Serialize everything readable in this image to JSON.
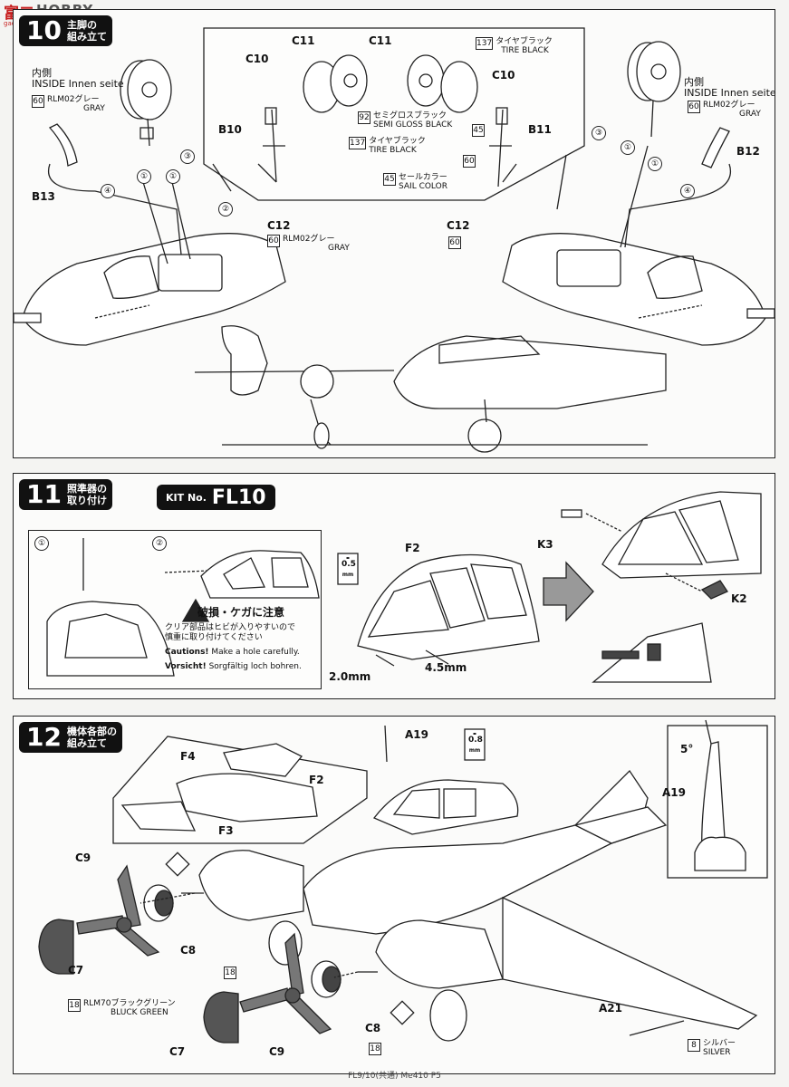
{
  "watermark": {
    "logo_text": "富二",
    "brand": "HOBBY SEARCH",
    "site": "gao-shou.com"
  },
  "step10": {
    "number": "10",
    "title": "主脚の\n組み立て",
    "inside_left": "内側",
    "inside_left_en": "INSIDE  Innen seite",
    "color_60_code": "60",
    "color_60_jp": "RLM02グレー",
    "color_60_en": "GRAY",
    "inside_right": "内側",
    "inside_right_en": "INSIDE  Innen seite",
    "parts": [
      "C11",
      "C10",
      "B10",
      "B13",
      "C12",
      "C11",
      "C10",
      "B11",
      "B12",
      "C12"
    ],
    "steps": [
      "①",
      "②",
      "③",
      "④"
    ],
    "color_137_code": "137",
    "color_137_jp": "タイヤブラック",
    "color_137_en": "TIRE BLACK",
    "color_92_code": "92",
    "color_92_jp": "セミグロスブラック",
    "color_92_en": "SEMI GLOSS BLACK",
    "color_45_code": "45",
    "color_45_jp": "セールカラー",
    "color_45_en": "SAIL COLOR",
    "c12_color_jp": "RLM02グレー",
    "c12_color_en": "GRAY"
  },
  "step11": {
    "number": "11",
    "title": "照準器の\n取り付け",
    "kit_prefix": "KIT No.",
    "kit_no": "FL10",
    "sub1": "①",
    "sub2": "②",
    "warn_title": "破損・ケガに注意",
    "warn_jp": "クリア部品はヒビが入りやすいので\n慎重に取り付けてください",
    "cautions_label": "Cautions!",
    "cautions_text": "Make a hole carefully.",
    "vorsicht_label": "Vorsicht!",
    "vorsicht_text": "Sorgfältig loch bohren.",
    "drill": "0.5",
    "drill_unit": "mm",
    "part_f2": "F2",
    "dim1": "2.0mm",
    "dim2": "4.5mm",
    "part_k3": "K3",
    "part_k2": "K2"
  },
  "step12": {
    "number": "12",
    "title": "機体各部の\n組み立て",
    "parts": {
      "f4": "F4",
      "f2": "F2",
      "f3": "F3",
      "a19": "A19",
      "a19b": "A19",
      "c9": "C9",
      "c8": "C8",
      "c7": "C7",
      "c7b": "C7",
      "c9b": "C9",
      "c8b": "C8",
      "a21": "A21"
    },
    "drill": "0.8",
    "drill_unit": "mm",
    "angle": "5°",
    "color_18_code": "18",
    "color_18_jp": "RLM70ブラックグリーン",
    "color_18_en": "BLUCK GREEN",
    "color_18b": "18",
    "color_18c": "18",
    "color_8_code": "8",
    "color_8_jp": "シルバー",
    "color_8_en": "SILVER"
  },
  "footer": "FL9/10(共通) Me410 P5"
}
